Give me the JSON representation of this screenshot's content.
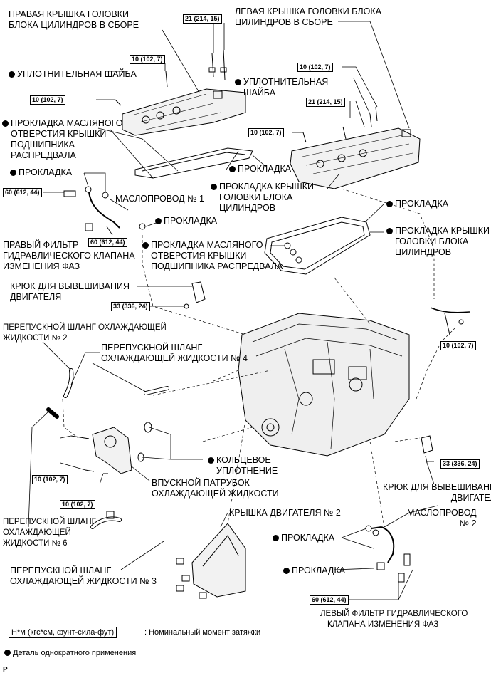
{
  "labels": {
    "right_cover": [
      "ПРАВАЯ КРЫШКА ГОЛОВКИ",
      "БЛОКА ЦИЛИНДРОВ В СБОРЕ"
    ],
    "left_cover": [
      "ЛЕВАЯ КРЫШКА ГОЛОВКИ БЛОКА",
      "ЦИЛИНДРОВ В СБОРЕ"
    ],
    "seal_washer_right": "УПЛОТНИТЕЛЬНАЯ ШАЙБА",
    "seal_washer_left": [
      "УПЛОТНИТЕЛЬНАЯ",
      "ШАЙБА"
    ],
    "oil_hole_gasket_right": [
      "ПРОКЛАДКА МАСЛЯНОГО",
      "ОТВЕРСТИЯ КРЫШКИ",
      "ПОДШИПНИКА",
      "РАСПРЕДВАЛА"
    ],
    "gasket_center": "ПРОКЛАДКА",
    "head_cover_gasket_center": [
      "ПРОКЛАДКА КРЫШКИ",
      "ГОЛОВКИ БЛОКА",
      "ЦИЛИНДРОВ"
    ],
    "gasket_top_left": "ПРОКЛАДКА",
    "oil_pipe_1": "МАСЛОПРОВОД № 1",
    "gasket_pipe": "ПРОКЛАДКА",
    "gasket_right": "ПРОКЛАДКА",
    "head_cover_gasket_right": [
      "ПРОКЛАДКА КРЫШКИ",
      "ГОЛОВКИ БЛОКА",
      "ЦИЛИНДРОВ"
    ],
    "oil_hole_gasket_center": [
      "ПРОКЛАДКА МАСЛЯНОГО",
      "ОТВЕРСТИЯ КРЫШКИ",
      "ПОДШИПНИКА РАСПРЕДВАЛА"
    ],
    "right_filter": [
      "ПРАВЫЙ ФИЛЬТР",
      "ГИДРАВЛИЧЕСКОГО КЛАПАНА",
      "ИЗМЕНЕНИЯ ФАЗ"
    ],
    "hook_top": [
      "КРЮК ДЛЯ ВЫВЕШИВАНИЯ",
      "ДВИГАТЕЛЯ"
    ],
    "bypass_hose_2": [
      "ПЕРЕПУСКНОЙ ШЛАНГ ОХЛАЖДАЮЩЕЙ",
      "ЖИДКОСТИ № 2"
    ],
    "bypass_hose_4": [
      "ПЕРЕПУСКНОЙ ШЛАНГ",
      "ОХЛАЖДАЮЩЕЙ ЖИДКОСТИ № 4"
    ],
    "o_ring": [
      "КОЛЬЦЕВОЕ",
      "УПЛОТНЕНИЕ"
    ],
    "water_inlet": [
      "ВПУСКНОЙ ПАТРУБОК",
      "ОХЛАЖДАЮЩЕЙ ЖИДКОСТИ"
    ],
    "hook_right": [
      "КРЮК ДЛЯ ВЫВЕШИВАНИЯ",
      "ДВИГАТЕЛЯ"
    ],
    "engine_cover_2": "КРЫШКА ДВИГАТЕЛЯ № 2",
    "oil_pipe_2": [
      "МАСЛОПРОВОД",
      "№ 2"
    ],
    "gasket_bottom_1": "ПРОКЛАДКА",
    "gasket_bottom_2": "ПРОКЛАДКА",
    "bypass_hose_6": [
      "ПЕРЕПУСКНОЙ ШЛАНГ",
      "ОХЛАЖДАЮЩЕЙ",
      "ЖИДКОСТИ № 6"
    ],
    "bypass_hose_3": [
      "ПЕРЕПУСКНОЙ ШЛАНГ",
      "ОХЛАЖДАЮЩЕЙ ЖИДКОСТИ № 3"
    ],
    "left_filter": [
      "ЛЕВЫЙ ФИЛЬТР ГИДРАВЛИЧЕСКОГО",
      "КЛАПАНА ИЗМЕНЕНИЯ ФАЗ"
    ]
  },
  "torques": {
    "t21a": "21 (214, 15)",
    "t10a": "10 (102, 7)",
    "t10b": "10 (102, 7)",
    "t10c": "10 (102, 7)",
    "t21b": "21 (214, 15)",
    "t10d": "10 (102, 7)",
    "t60a": "60 (612, 44)",
    "t60b": "60 (612, 44)",
    "t33a": "33 (336, 24)",
    "t10e": "10 (102, 7)",
    "t10f": "10 (102, 7)",
    "t10g": "10 (102, 7)",
    "t33b": "33 (336, 24)",
    "t60c": "60 (612, 44)"
  },
  "legend": {
    "unit_box": "Н*м (кгс*см, фунт-сила-фут)",
    "unit_text": ": Номинальный момент затяжки",
    "nonreusable": "Деталь однократного применения"
  },
  "page_mark": "P"
}
